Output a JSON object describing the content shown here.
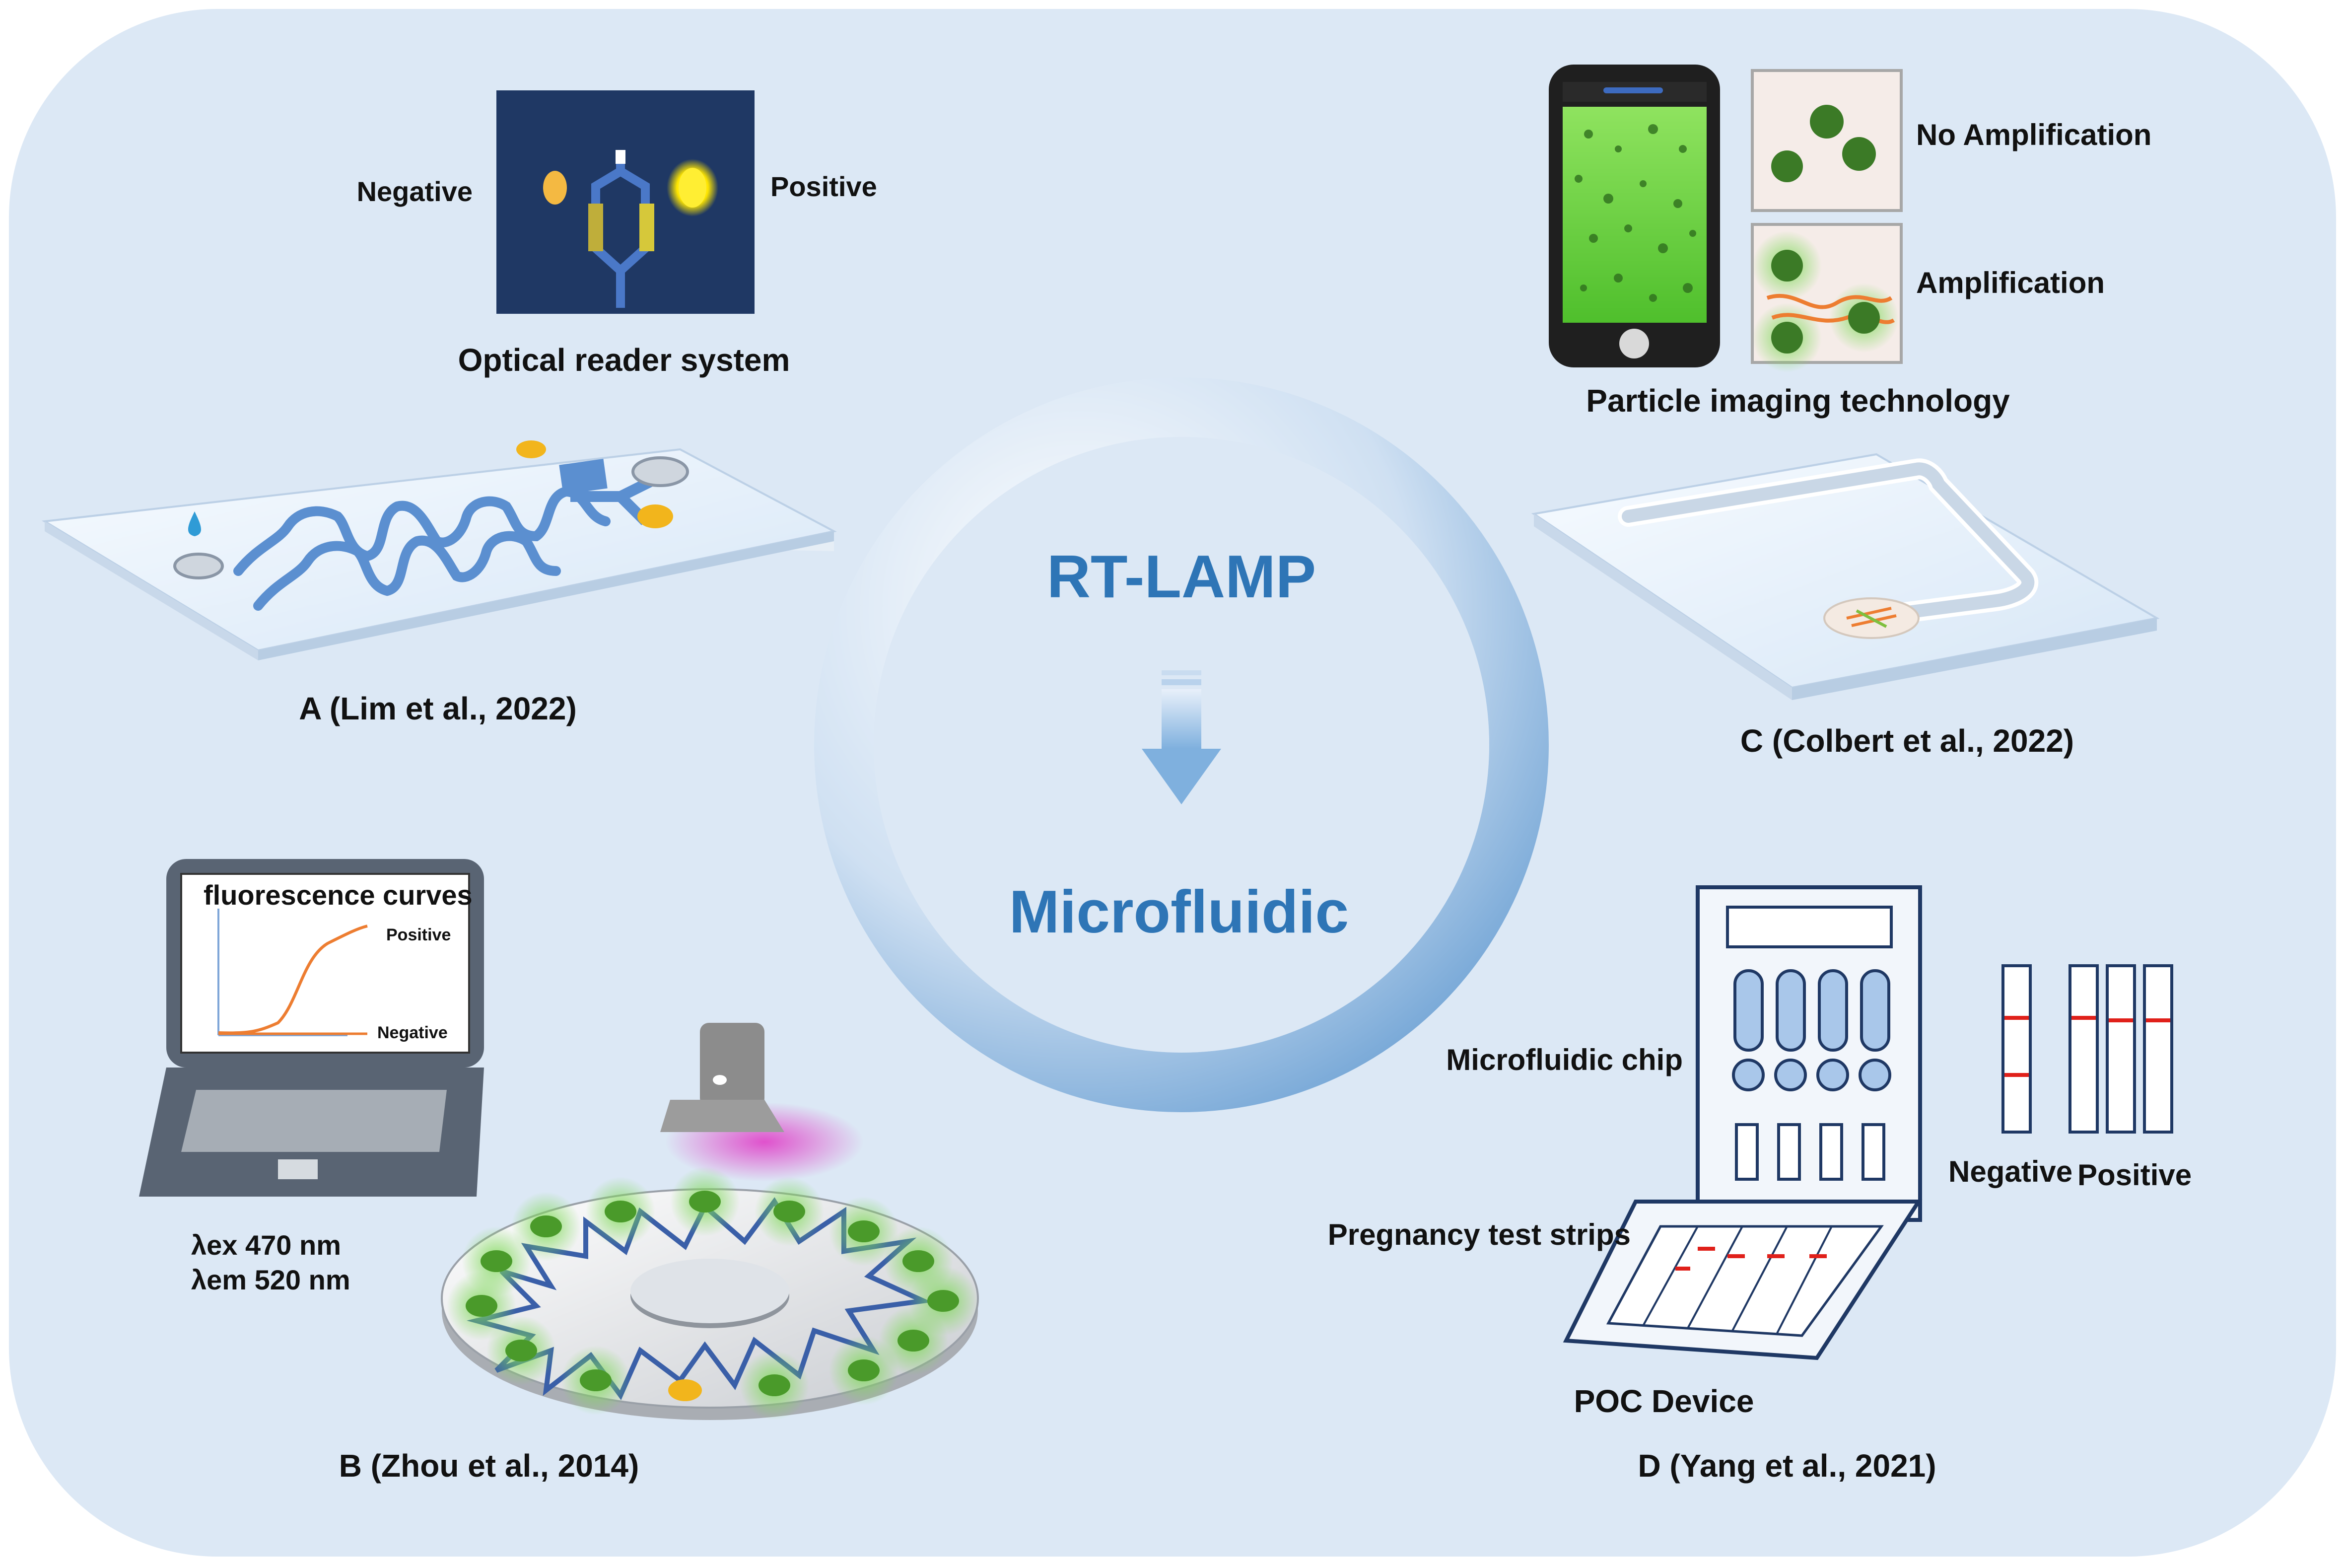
{
  "center": {
    "top_label": "RT-LAMP",
    "bottom_label": "Microfluidic"
  },
  "panel_a": {
    "caption": "A (Lim et al., 2022)",
    "reader_title": "Optical reader system",
    "negative_label": "Negative",
    "positive_label": "Positive"
  },
  "panel_b": {
    "caption": "B (Zhou et al., 2014)",
    "screen_title": "fluorescence curves",
    "curve_positive": "Positive",
    "curve_negative": "Negative",
    "excitation": "λex  470 nm",
    "emission": "λem  520 nm"
  },
  "panel_c": {
    "caption": "C (Colbert et al., 2022)",
    "imaging_title": "Particle imaging technology",
    "no_amp_label": "No Amplification",
    "amp_label": "Amplification"
  },
  "panel_d": {
    "caption": "D (Yang et al., 2021)",
    "chip_label": "Microfluidic chip",
    "strips_label": "Pregnancy test strips",
    "device_label": "POC Device",
    "negative_label": "Negative",
    "positive_label": "Positive"
  },
  "colors": {
    "background": "#dce8f5",
    "accent_blue": "#2e75b6",
    "channel_blue": "#5b8fd0",
    "dark_navy": "#1f3864",
    "green_dot": "#4a9a2a",
    "orange_curve": "#ed7d31",
    "test_line_red": "#e0201a",
    "laser_magenta": "#e040c8"
  }
}
